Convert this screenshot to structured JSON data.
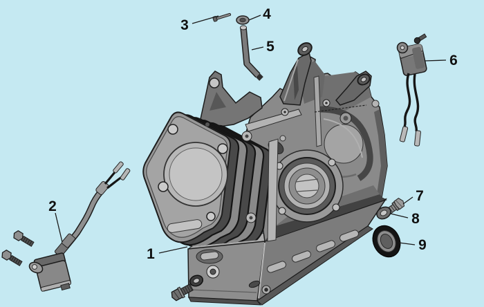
{
  "diagram": {
    "background_color": "#c5e9f2",
    "outline_color": "#1c1c1c",
    "label_color": "#101010",
    "callouts": [
      {
        "n": "1",
        "part": "cylinder-crankcase-block"
      },
      {
        "n": "2",
        "part": "oil-level-switch-assembly"
      },
      {
        "n": "3",
        "part": "clip-pin"
      },
      {
        "n": "4",
        "part": "washer"
      },
      {
        "n": "5",
        "part": "breather-tube"
      },
      {
        "n": "6",
        "part": "engine-stop-switch"
      },
      {
        "n": "7",
        "part": "drain-plug-bolt"
      },
      {
        "n": "8",
        "part": "drain-plug-washer"
      },
      {
        "n": "9",
        "part": "crankshaft-oil-seal"
      }
    ]
  }
}
